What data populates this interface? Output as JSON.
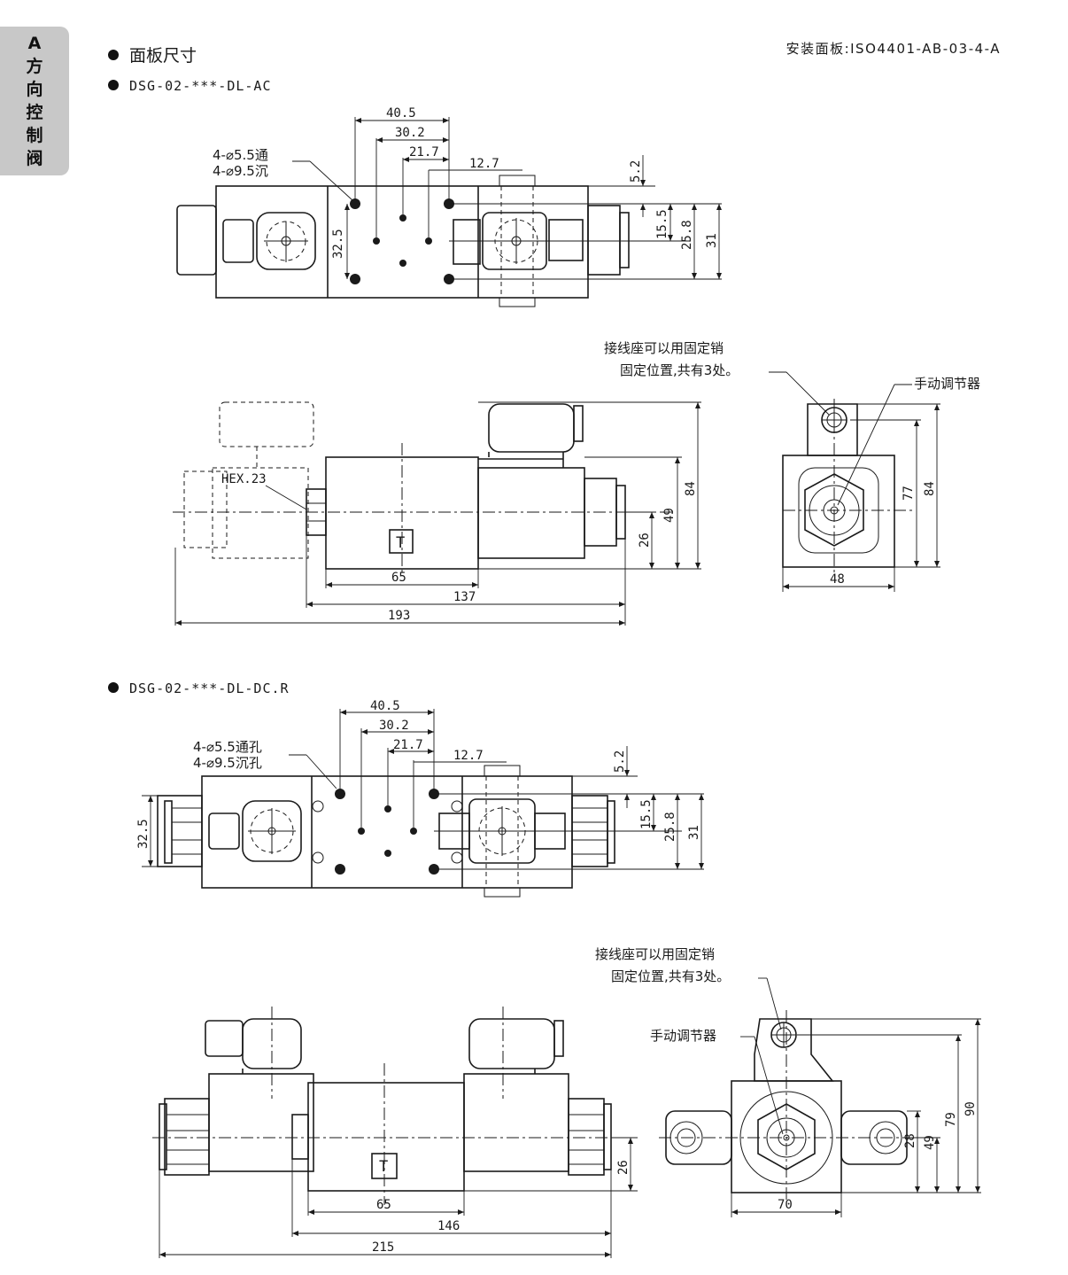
{
  "side_tab": {
    "chars": [
      "A",
      "方",
      "向",
      "控",
      "制",
      "阀"
    ]
  },
  "header": {
    "title": "面板尺寸",
    "mounting": "安装面板:ISO4401-AB-03-4-A"
  },
  "section_ac": {
    "model": "DSG-02-***-DL-AC",
    "holes_note_1": "4-⌀5.5通",
    "holes_note_2": "4-⌀9.5沉",
    "pin_note_1": "接线座可以用固定销",
    "pin_note_2": "固定位置,共有3处。",
    "manual_note": "手动调节器",
    "hex_label": "HEX.23",
    "t_label": "T",
    "dims": {
      "d40_5": "40.5",
      "d30_2": "30.2",
      "d21_7": "21.7",
      "d12_7": "12.7",
      "d5_2": "5.2",
      "d15_5": "15.5",
      "d25_8": "25.8",
      "d31": "31",
      "d32_5": "32.5",
      "d84": "84",
      "d49": "49",
      "d26": "26",
      "d65": "65",
      "d137": "137",
      "d193": "193",
      "d77": "77",
      "d84b": "84",
      "d48": "48"
    }
  },
  "section_dc": {
    "model": "DSG-02-***-DL-DC.R",
    "holes_note_1": "4-⌀5.5通孔",
    "holes_note_2": "4-⌀9.5沉孔",
    "pin_note_1": "接线座可以用固定销",
    "pin_note_2": "固定位置,共有3处。",
    "manual_note": "手动调节器",
    "t_label": "T",
    "dims": {
      "d40_5": "40.5",
      "d30_2": "30.2",
      "d21_7": "21.7",
      "d12_7": "12.7",
      "d5_2": "5.2",
      "d15_5": "15.5",
      "d25_8": "25.8",
      "d31": "31",
      "d32_5": "32.5",
      "d26": "26",
      "d65": "65",
      "d146": "146",
      "d215": "215",
      "d28": "28",
      "d49": "49",
      "d79": "79",
      "d90": "90",
      "d70": "70"
    }
  }
}
